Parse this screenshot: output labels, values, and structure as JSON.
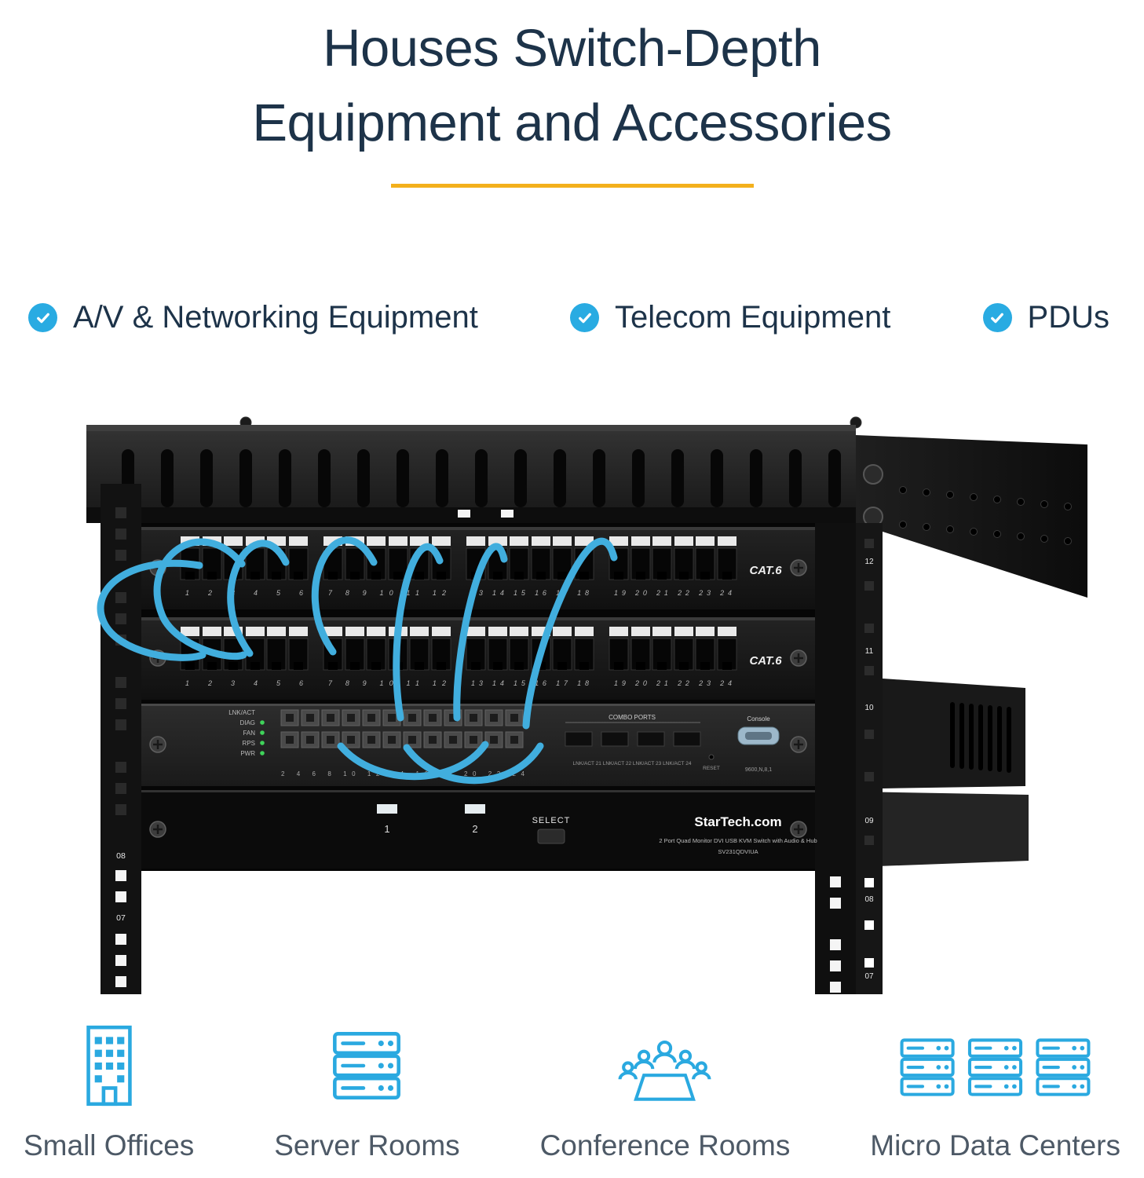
{
  "title": {
    "line1": "Houses Switch-Depth",
    "line2": "Equipment and Accessories"
  },
  "checklist": [
    {
      "label": "A/V & Networking Equipment"
    },
    {
      "label": "Telecom Equipment"
    },
    {
      "label": "PDUs"
    }
  ],
  "rack_photo": {
    "patch_panel_1": {
      "label": "CAT.6",
      "ports_1": "1 2 3 4 5 6",
      "ports_2": "7 8 9 10 11 12",
      "ports_3": "13 14 15 16 17 18",
      "ports_4": "19 20 21 22 23 24"
    },
    "patch_panel_2": {
      "label": "CAT.6",
      "ports_1": "1 2 3 4 5 6",
      "ports_2": "7 8 9 10 11 12",
      "ports_3": "13 14 15 16 17 18",
      "ports_4": "19 20 21 22 23 24"
    },
    "switch": {
      "led_1": "LNK/ACT",
      "led_2": "DIAG",
      "led_3": "FAN",
      "led_4": "RPS",
      "led_5": "PWR",
      "port_numbers": "2 4 6 8 10 12 14 16 18 20 22 24",
      "combo_label": "COMBO PORTS",
      "combo_sub": "LNK/ACT 21  LNK/ACT 22  LNK/ACT 23  LNK/ACT 24",
      "console_label": "Console",
      "console_baud": "9600,N,8,1",
      "reset_label": "RESET"
    },
    "kvm": {
      "port_1": "1",
      "port_2": "2",
      "select_label": "SELECT",
      "brand": "StarTech.com",
      "desc": "2 Port Quad Monitor DVI USB KVM Switch with Audio & Hub",
      "model": "SV231QDVIUA"
    },
    "rail_numbers": {
      "u12": "12",
      "u11": "11",
      "u10": "10",
      "u09": "09",
      "u08": "08",
      "u07": "07",
      "left_08": "08",
      "left_07": "07"
    }
  },
  "use_cases": [
    {
      "label": "Small Offices",
      "icon": "office-building-icon"
    },
    {
      "label": "Server Rooms",
      "icon": "server-rack-icon"
    },
    {
      "label": "Conference Rooms",
      "icon": "conference-people-icon"
    },
    {
      "label": "Micro Data Centers",
      "icon": "data-center-icon"
    }
  ],
  "colors": {
    "navy": "#1d3349",
    "cyan": "#29abe2",
    "yellow": "#f3b01c",
    "label_gray": "#4d5966",
    "cable_blue": "#41aede"
  }
}
